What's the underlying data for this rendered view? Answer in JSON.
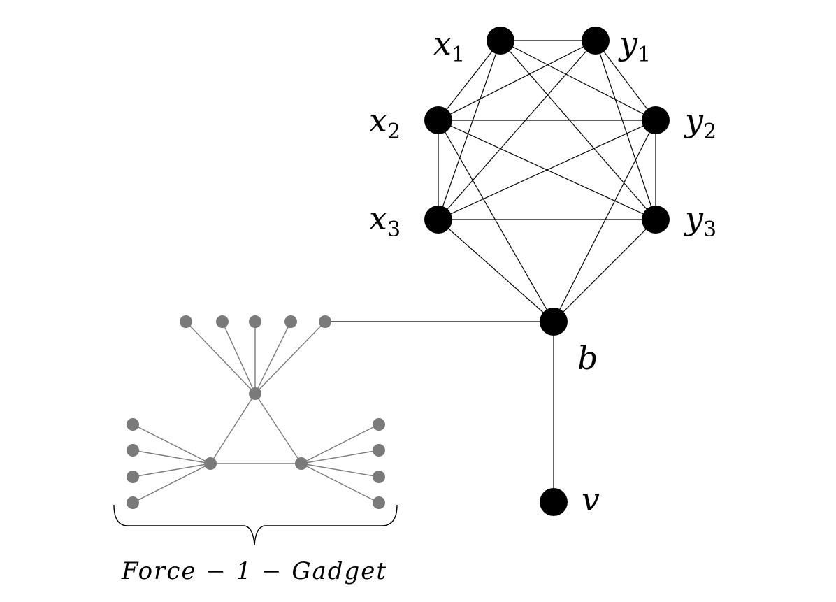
{
  "colors": {
    "main_node": "#000000",
    "gadget_node": "#7a7a7a",
    "background": "#ffffff"
  },
  "nodes": {
    "x1": {
      "base": "x",
      "sub": "1"
    },
    "x2": {
      "base": "x",
      "sub": "2"
    },
    "x3": {
      "base": "x",
      "sub": "3"
    },
    "y1": {
      "base": "y",
      "sub": "1"
    },
    "y2": {
      "base": "y",
      "sub": "2"
    },
    "y3": {
      "base": "y",
      "sub": "3"
    },
    "b": {
      "base": "b"
    },
    "v": {
      "base": "v"
    }
  },
  "edges": [
    [
      "x1",
      "y1"
    ],
    [
      "x1",
      "x2"
    ],
    [
      "x1",
      "y2"
    ],
    [
      "x1",
      "y3"
    ],
    [
      "x1",
      "x3"
    ],
    [
      "y1",
      "x2"
    ],
    [
      "y1",
      "x3"
    ],
    [
      "y1",
      "y2"
    ],
    [
      "y1",
      "y3"
    ],
    [
      "x2",
      "x3"
    ],
    [
      "x2",
      "y2"
    ],
    [
      "x2",
      "y3"
    ],
    [
      "x2",
      "b"
    ],
    [
      "y2",
      "y3"
    ],
    [
      "y2",
      "x3"
    ],
    [
      "y2",
      "b"
    ],
    [
      "x3",
      "y3"
    ],
    [
      "x3",
      "b"
    ],
    [
      "y3",
      "b"
    ],
    [
      "b",
      "v"
    ],
    [
      "b",
      "g_top5"
    ]
  ],
  "gadget": {
    "caption": "Force − 1 − Gadget"
  }
}
